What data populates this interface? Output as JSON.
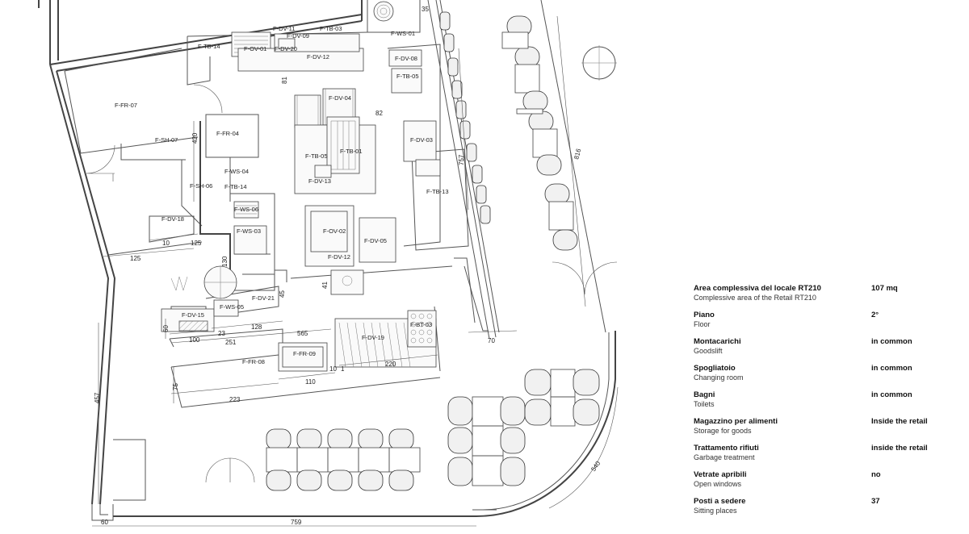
{
  "plan": {
    "labels": [
      {
        "id": "tb14a",
        "text": "F-TB-14"
      },
      {
        "id": "ov01",
        "text": "F-OV-01"
      },
      {
        "id": "dv11",
        "text": "F-DV-11"
      },
      {
        "id": "dv09",
        "text": "F-DV-09"
      },
      {
        "id": "dv20",
        "text": "F-DV-20"
      },
      {
        "id": "tb03",
        "text": "F-TB-03"
      },
      {
        "id": "dv12a",
        "text": "F-DV-12"
      },
      {
        "id": "ws01",
        "text": "F-WS-01"
      },
      {
        "id": "dv08",
        "text": "F-DV-08"
      },
      {
        "id": "tb05a",
        "text": "F-TB-05"
      },
      {
        "id": "fr07",
        "text": "F-FR-07"
      },
      {
        "id": "dv04",
        "text": "F-DV-04"
      },
      {
        "id": "sh07",
        "text": "F-SH-07"
      },
      {
        "id": "fr04",
        "text": "F-FR-04"
      },
      {
        "id": "dv03",
        "text": "F-DV-03"
      },
      {
        "id": "tb05b",
        "text": "F-TB-05"
      },
      {
        "id": "tb01",
        "text": "F-TB-01"
      },
      {
        "id": "ws04",
        "text": "F-WS-04"
      },
      {
        "id": "dv13",
        "text": "F-DV-13"
      },
      {
        "id": "sh06",
        "text": "F-SH-06"
      },
      {
        "id": "tb14b",
        "text": "F-TB-14"
      },
      {
        "id": "tb13",
        "text": "F-TB-13"
      },
      {
        "id": "ws06",
        "text": "F-WS-06"
      },
      {
        "id": "dv18",
        "text": "F-DV-18"
      },
      {
        "id": "ov02",
        "text": "F-OV-02"
      },
      {
        "id": "ws03",
        "text": "F-WS-03"
      },
      {
        "id": "dv05",
        "text": "F-DV-05"
      },
      {
        "id": "dv12b",
        "text": "F-DV-12"
      },
      {
        "id": "dv21",
        "text": "F-DV-21"
      },
      {
        "id": "ws05",
        "text": "F-WS-05"
      },
      {
        "id": "dv15",
        "text": "F-DV-15"
      },
      {
        "id": "dv19",
        "text": "F-DV-19"
      },
      {
        "id": "bt03",
        "text": "F-BT-03"
      },
      {
        "id": "fr09",
        "text": "F-FR-09"
      },
      {
        "id": "fr08",
        "text": "F-FR-08"
      }
    ],
    "dimensions": [
      {
        "id": "d35",
        "text": "35"
      },
      {
        "id": "d81",
        "text": "81"
      },
      {
        "id": "d82",
        "text": "82"
      },
      {
        "id": "d420",
        "text": "420"
      },
      {
        "id": "d757",
        "text": "757"
      },
      {
        "id": "d816",
        "text": "816"
      },
      {
        "id": "d10a",
        "text": "10"
      },
      {
        "id": "d125a",
        "text": "125"
      },
      {
        "id": "d125b",
        "text": "125"
      },
      {
        "id": "d130",
        "text": "130"
      },
      {
        "id": "d41",
        "text": "41"
      },
      {
        "id": "d45",
        "text": "45"
      },
      {
        "id": "d60a",
        "text": "60"
      },
      {
        "id": "d100",
        "text": "100"
      },
      {
        "id": "d23",
        "text": "23"
      },
      {
        "id": "d128",
        "text": "128"
      },
      {
        "id": "d251",
        "text": "251"
      },
      {
        "id": "d565",
        "text": "565"
      },
      {
        "id": "d70",
        "text": "70"
      },
      {
        "id": "d10b",
        "text": "10"
      },
      {
        "id": "d1",
        "text": "1"
      },
      {
        "id": "d220",
        "text": "220"
      },
      {
        "id": "d110",
        "text": "110"
      },
      {
        "id": "d75",
        "text": "75"
      },
      {
        "id": "d223",
        "text": "223"
      },
      {
        "id": "d457",
        "text": "457"
      },
      {
        "id": "d540",
        "text": "540"
      },
      {
        "id": "d60b",
        "text": "60"
      },
      {
        "id": "d759",
        "text": "759"
      }
    ]
  },
  "specs": [
    {
      "label": "Area complessiva del locale RT210",
      "sub": "Complessive area of the Retail RT210",
      "value": "107 mq"
    },
    {
      "label": "Piano",
      "sub": "Floor",
      "value": "2°"
    },
    {
      "label": "Montacarichi",
      "sub": "Goodslift",
      "value": "in common"
    },
    {
      "label": "Spogliatoio",
      "sub": "Changing room",
      "value": "in common"
    },
    {
      "label": "Bagni",
      "sub": "Toilets",
      "value": "in common"
    },
    {
      "label": "Magazzino per alimenti",
      "sub": "Storage for goods",
      "value": "Inside the retail"
    },
    {
      "label": "Trattamento rifiuti",
      "sub": "Garbage treatment",
      "value": "inside the retail"
    },
    {
      "label": "Vetrate apribili",
      "sub": "Open windows",
      "value": "no"
    },
    {
      "label": "Posti a sedere",
      "sub": "Sitting places",
      "value": "37"
    }
  ]
}
